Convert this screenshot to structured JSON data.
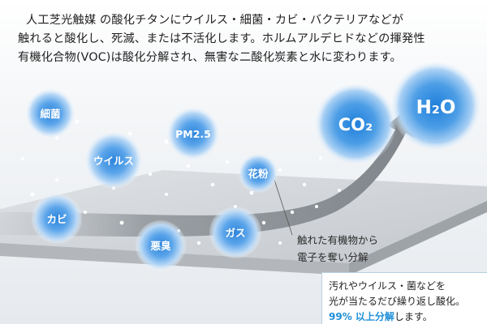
{
  "intro": {
    "line1": "人工芝光触媒 の酸化チタンにウイルス・細菌・カビ・バクテリアなどが",
    "line2": "触れると酸化し、死滅、または不活化します。ホルムアルデヒドなどの揮発性",
    "line3": "有機化合物(VOC)は酸化分解され、無害な二酸化炭素と水に変わります。"
  },
  "bubbles": {
    "saikin": "細菌",
    "pm25": "PM2.5",
    "virus": "ウイルス",
    "kafun": "花粉",
    "kabi": "カビ",
    "gas": "ガス",
    "akushu": "悪臭"
  },
  "products": {
    "co2": "CO₂",
    "h2o": "H₂O"
  },
  "caption": {
    "line1": "触れた有機物から",
    "line2": "電子を奪い分解"
  },
  "note": {
    "line1": "汚れやウイルス・菌などを",
    "line2": "光が当たるだび繰り返し酸化。",
    "highlight": "99% 以上分解",
    "suffix": "します。"
  },
  "colors": {
    "bubble": "#4d9ee6",
    "surface": "#c9cdd2",
    "arrow": "#8a8f94",
    "highlight": "#1e8fd8"
  }
}
